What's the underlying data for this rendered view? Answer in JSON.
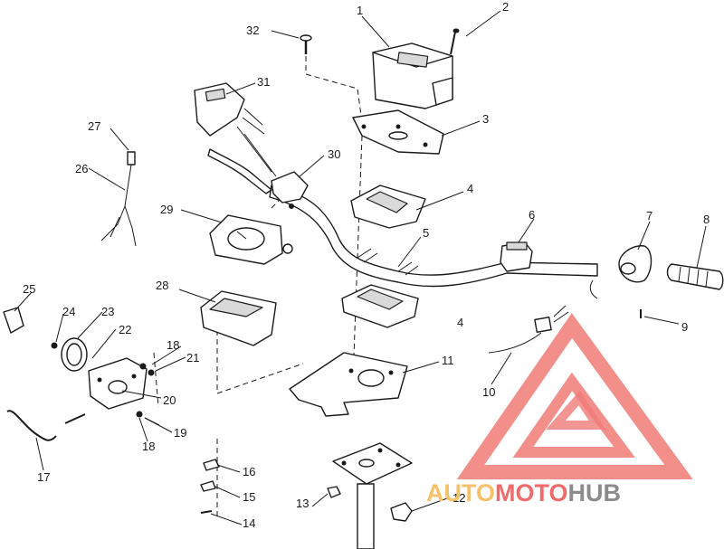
{
  "callouts": [
    {
      "id": "c1",
      "label": "1"
    },
    {
      "id": "c2",
      "label": "2"
    },
    {
      "id": "c3",
      "label": "3"
    },
    {
      "id": "c4a",
      "label": "4"
    },
    {
      "id": "c4b",
      "label": "4"
    },
    {
      "id": "c5",
      "label": "5"
    },
    {
      "id": "c6",
      "label": "6"
    },
    {
      "id": "c7",
      "label": "7"
    },
    {
      "id": "c8",
      "label": "8"
    },
    {
      "id": "c9",
      "label": "9"
    },
    {
      "id": "c10",
      "label": "10"
    },
    {
      "id": "c11",
      "label": "11"
    },
    {
      "id": "c12",
      "label": "12"
    },
    {
      "id": "c13",
      "label": "13"
    },
    {
      "id": "c14",
      "label": "14"
    },
    {
      "id": "c15",
      "label": "15"
    },
    {
      "id": "c16",
      "label": "16"
    },
    {
      "id": "c17",
      "label": "17"
    },
    {
      "id": "c18a",
      "label": "18"
    },
    {
      "id": "c18b",
      "label": "18"
    },
    {
      "id": "c19",
      "label": "19"
    },
    {
      "id": "c20",
      "label": "20"
    },
    {
      "id": "c21",
      "label": "21"
    },
    {
      "id": "c22",
      "label": "22"
    },
    {
      "id": "c23",
      "label": "23"
    },
    {
      "id": "c24",
      "label": "24"
    },
    {
      "id": "c25",
      "label": "25"
    },
    {
      "id": "c26",
      "label": "26"
    },
    {
      "id": "c27",
      "label": "27"
    },
    {
      "id": "c28",
      "label": "28"
    },
    {
      "id": "c29",
      "label": "29"
    },
    {
      "id": "c30",
      "label": "30"
    },
    {
      "id": "c31",
      "label": "31"
    },
    {
      "id": "c32",
      "label": "32"
    }
  ],
  "watermark": {
    "text_part1": "AUTO",
    "text_part2": "MOTO",
    "text_part3": "HUB",
    "color_light": "#f5c16b",
    "color_red": "#ef6b6b",
    "color_gray": "#8c8c8c"
  }
}
